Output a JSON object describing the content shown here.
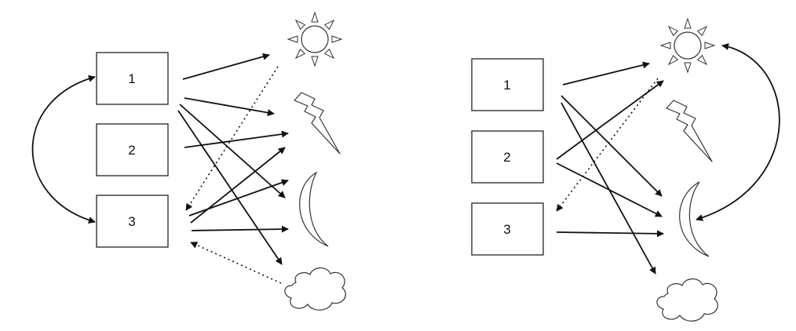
{
  "left_panel": {
    "nodes": [
      {
        "id": "1",
        "label": "1"
      },
      {
        "id": "2",
        "label": "2"
      },
      {
        "id": "3",
        "label": "3"
      }
    ],
    "symbols": [
      "sun-icon",
      "lightning-icon",
      "moon-icon",
      "cloud-icon"
    ]
  },
  "right_panel": {
    "nodes": [
      {
        "id": "1",
        "label": "1"
      },
      {
        "id": "2",
        "label": "2"
      },
      {
        "id": "3",
        "label": "3"
      }
    ],
    "symbols": [
      "sun-icon",
      "lightning-icon",
      "moon-icon",
      "cloud-icon"
    ]
  },
  "colors": {
    "stroke": "#111111",
    "background": "#ffffff"
  }
}
